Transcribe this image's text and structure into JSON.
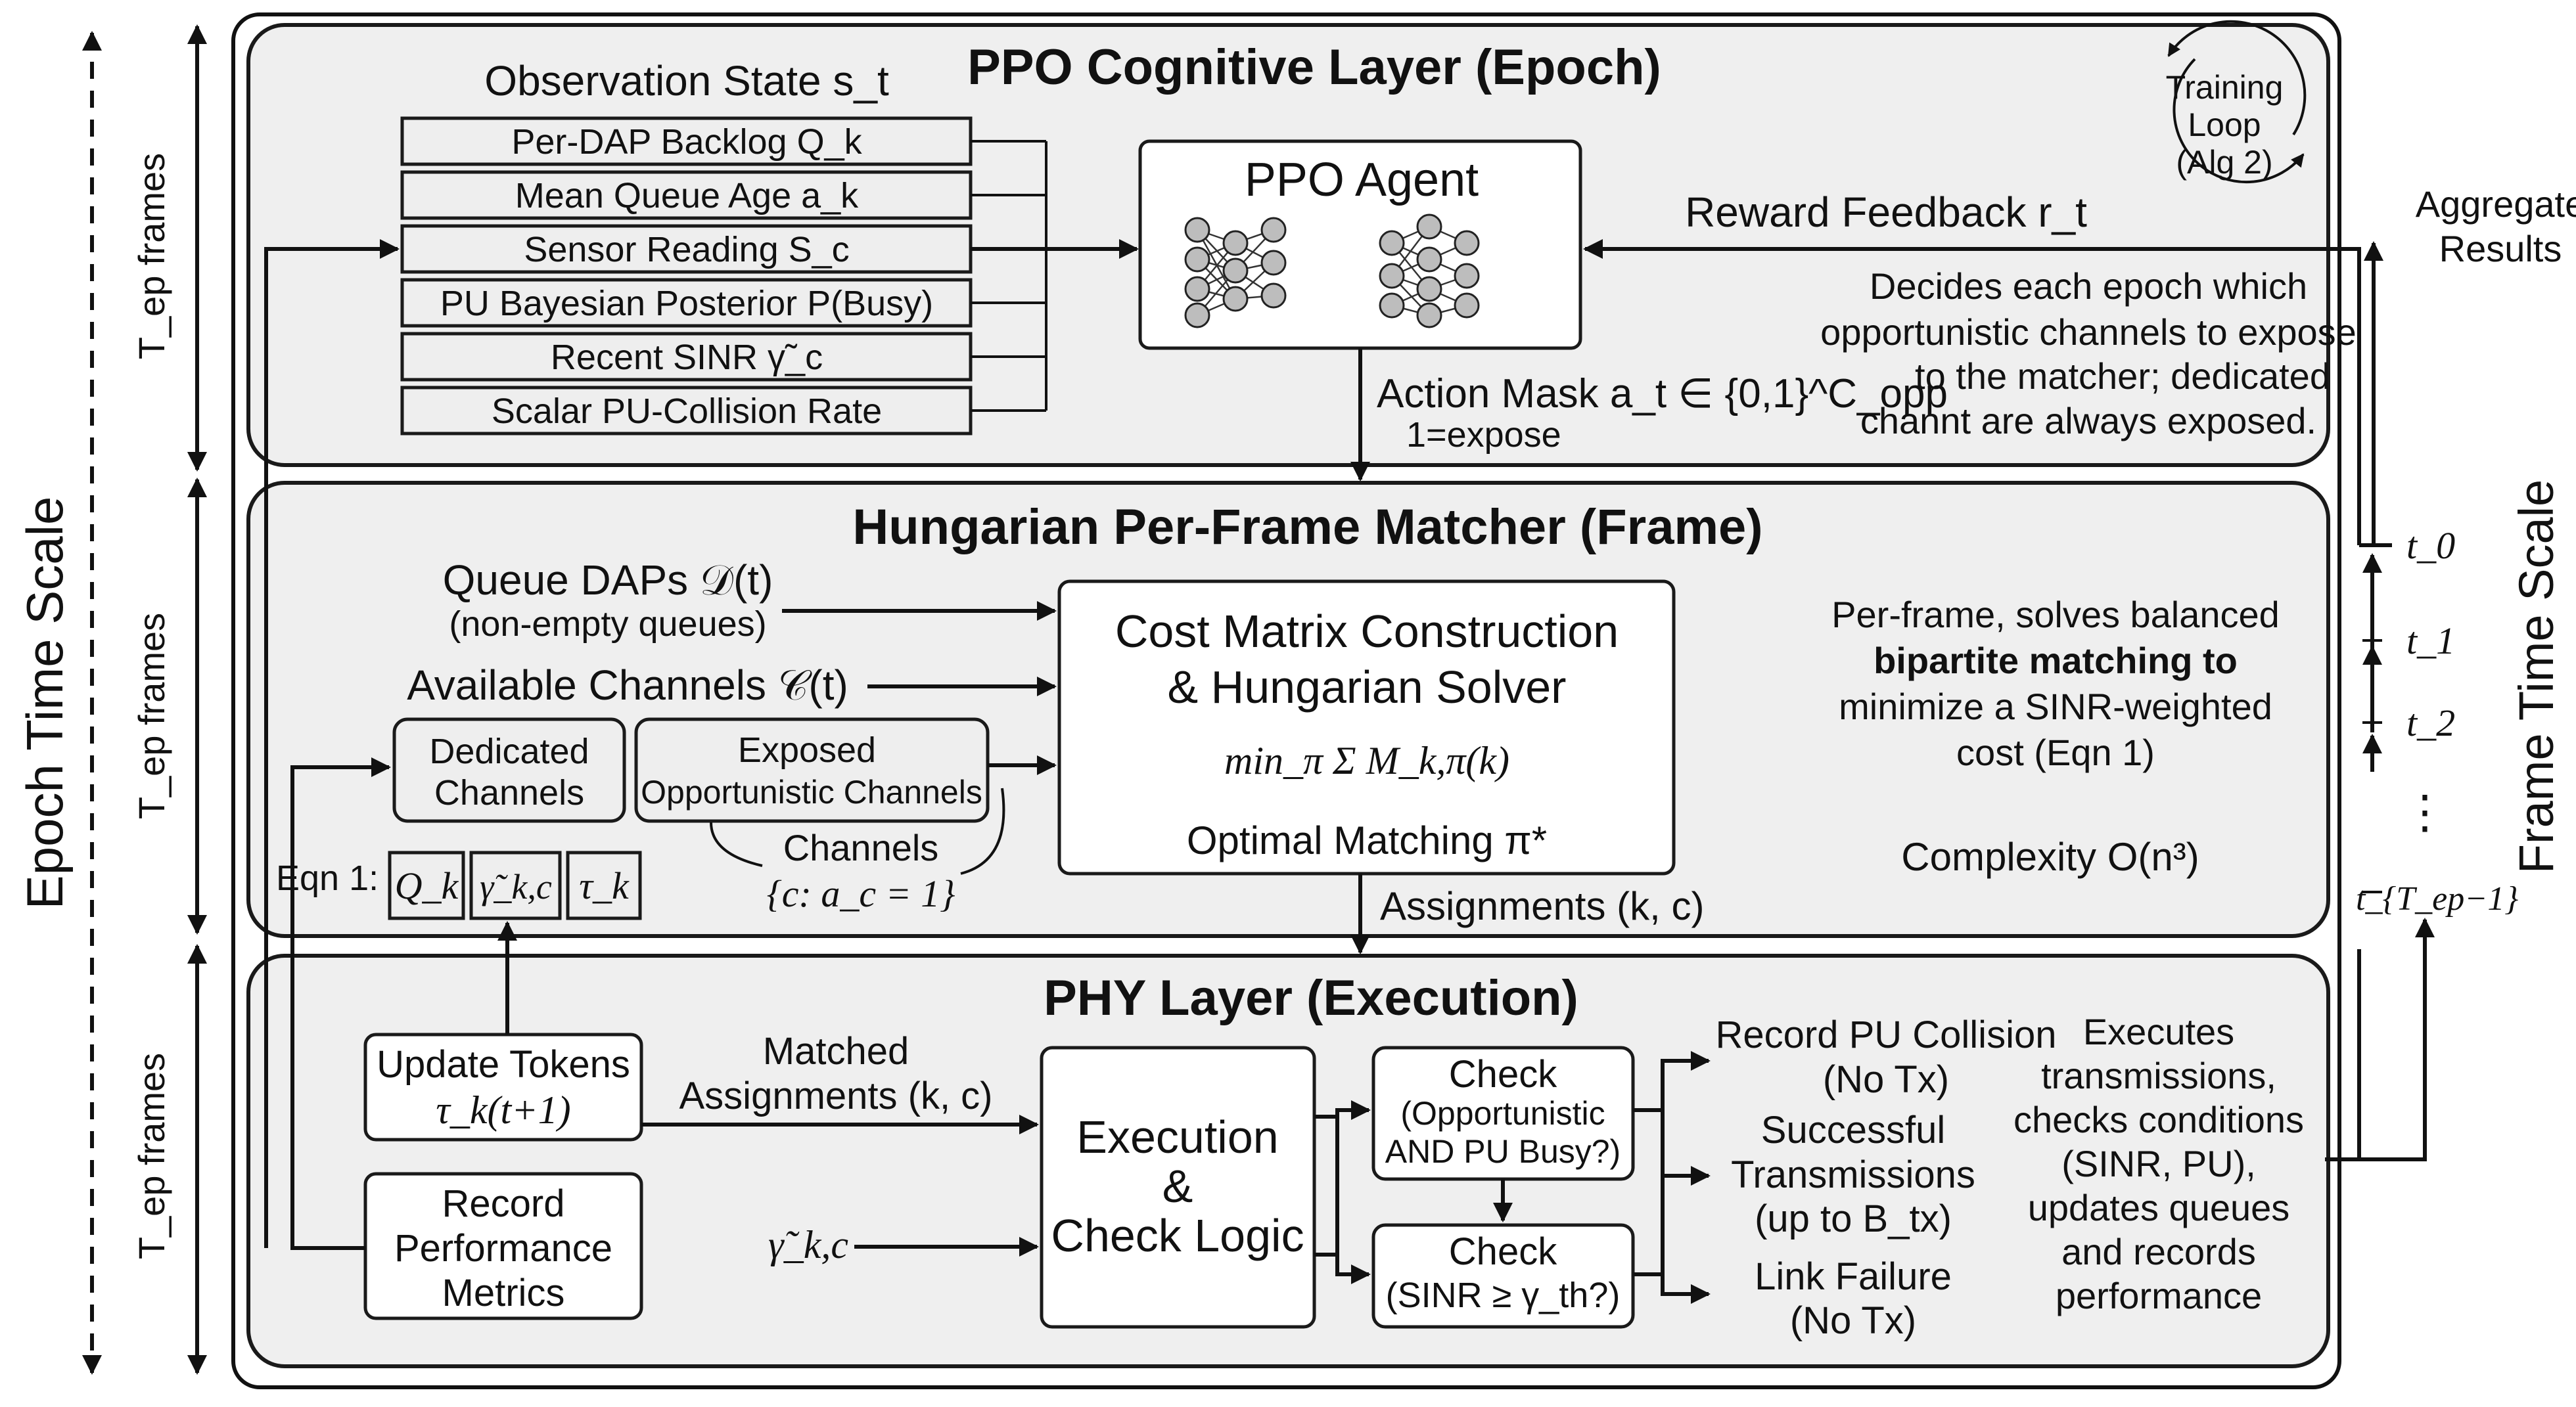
{
  "left_axis": {
    "epoch_time_scale": "Epoch Time Scale",
    "tep_frames": "T_ep frames"
  },
  "right_axis": {
    "frame_time_scale": "Frame Time Scale",
    "ticks": [
      "t_0",
      "t_1",
      "t_2",
      "⋮",
      "t_{T_ep−1}"
    ]
  },
  "ppo": {
    "title": "PPO Cognitive Layer (Epoch)",
    "observation_title": "Observation State s_t",
    "observations": [
      "Per-DAP Backlog Q_k",
      "Mean Queue Age a_k",
      "Sensor Reading S_c",
      "PU Bayesian Posterior P(Busy)",
      "Recent SINR γ̃_c",
      "Scalar PU-Collision Rate"
    ],
    "agent_label": "PPO Agent",
    "training_loop": [
      "Training",
      "Loop",
      "(Alg 2)"
    ],
    "reward_feedback": "Reward Feedback r_t",
    "aggregate_results": [
      "Aggregate",
      "Results"
    ],
    "action_mask": "Action Mask a_t ∈ {0,1}^C_opp",
    "action_mask_sub": "1=expose",
    "description": [
      "Decides each epoch which",
      "opportunistic channels to expose",
      "to the matcher; dedicated",
      "channt are always exposed."
    ]
  },
  "hungarian": {
    "title": "Hungarian Per-Frame Matcher (Frame)",
    "queue_daps": "Queue DAPs 𝒟(t)",
    "queue_daps_sub": "(non-empty queues)",
    "available_channels": "Available Channels 𝒞(t)",
    "dedicated_channels": [
      "Dedicated",
      "Channels"
    ],
    "exposed_channels": [
      "Exposed",
      "Opportunistic Channels"
    ],
    "channels_set": [
      "Channels",
      "{c: a_c = 1}"
    ],
    "eqn_label": "Eqn 1:",
    "eqn_terms": [
      "Q_k",
      "γ̃_k,c",
      "τ_k"
    ],
    "cost_title": [
      "Cost Matrix Construction",
      "& Hungarian Solver"
    ],
    "cost_formula": "min_π Σ M_k,π(k)",
    "optimal_matching": "Optimal Matching π*",
    "assignments": "Assignments (k, c)",
    "description": [
      "Per-frame, solves balanced",
      "bipartite matching to",
      "minimize a SINR-weighted",
      "cost (Eqn 1)"
    ],
    "complexity": "Complexity O(n³)"
  },
  "phy": {
    "title": "PHY Layer (Execution)",
    "update_tokens": [
      "Update Tokens",
      "τ_k(t+1)"
    ],
    "record_metrics": [
      "Record",
      "Performance",
      "Metrics"
    ],
    "matched_assignments": [
      "Matched",
      "Assignments (k, c)"
    ],
    "gamma_input": "γ̃_k,c",
    "execution": [
      "Execution",
      "&",
      "Check Logic"
    ],
    "check1": [
      "Check",
      "(Opportunistic",
      "AND PU Busy?)"
    ],
    "check2": [
      "Check",
      "(SINR ≥ γ_th?)"
    ],
    "outcomes": [
      [
        "Record PU Collision",
        "(No Tx)"
      ],
      [
        "Successful",
        "Transmissions",
        "(up to B_tx)"
      ],
      [
        "Link Failure",
        "(No Tx)"
      ]
    ],
    "description": [
      "Executes",
      "transmissions,",
      "checks conditions",
      "(SINR, PU),",
      "updates queues",
      "and records",
      "performance"
    ]
  }
}
